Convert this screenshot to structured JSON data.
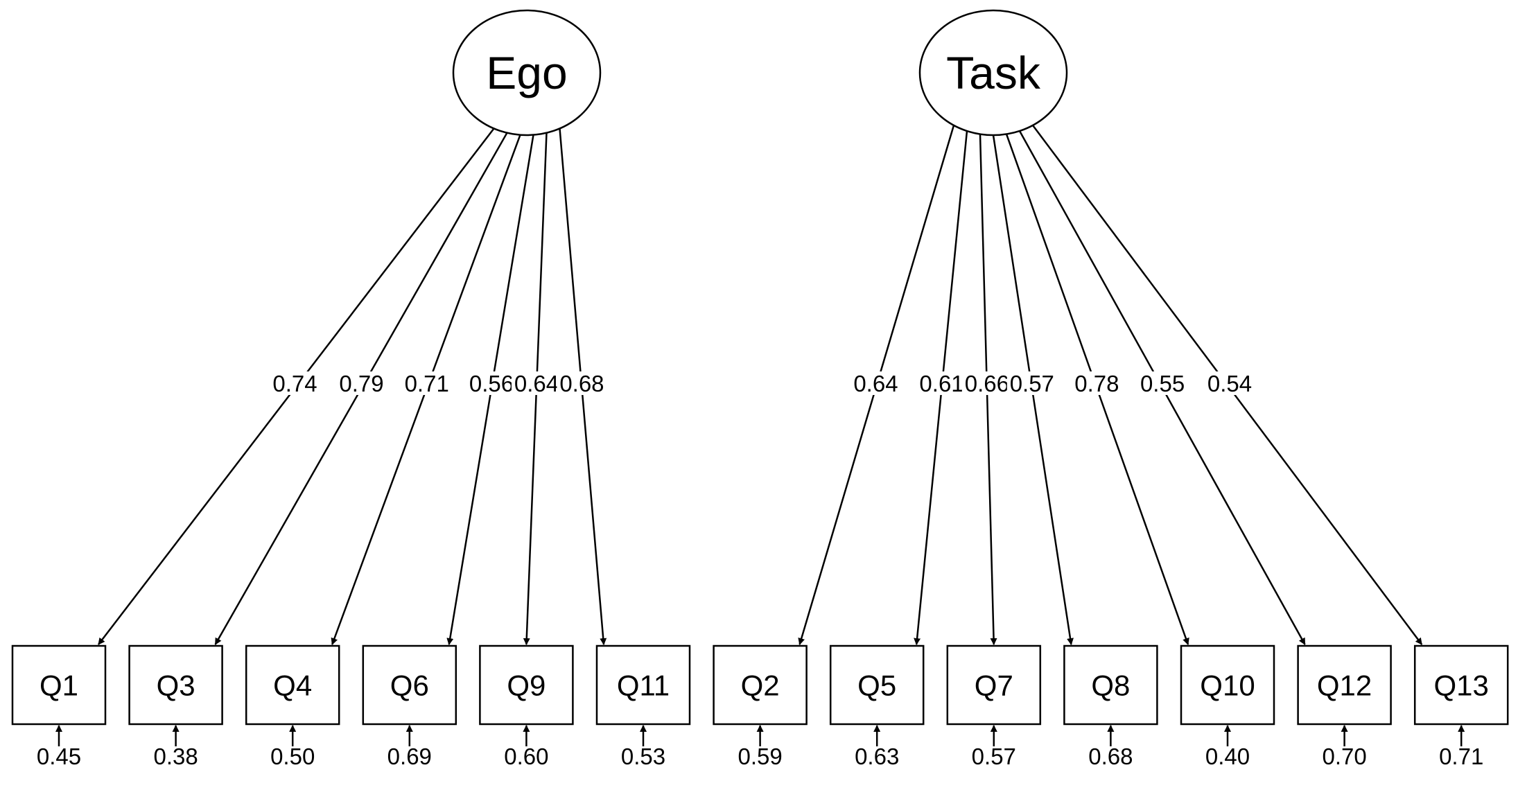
{
  "diagram": {
    "factors": [
      {
        "name": "Ego",
        "indicators": [
          {
            "name": "Q1",
            "loading": "0.74",
            "error": "0.45"
          },
          {
            "name": "Q3",
            "loading": "0.79",
            "error": "0.38"
          },
          {
            "name": "Q4",
            "loading": "0.71",
            "error": "0.50"
          },
          {
            "name": "Q6",
            "loading": "0.56",
            "error": "0.69"
          },
          {
            "name": "Q9",
            "loading": "0.64",
            "error": "0.60"
          },
          {
            "name": "Q11",
            "loading": "0.68",
            "error": "0.53"
          }
        ]
      },
      {
        "name": "Task",
        "indicators": [
          {
            "name": "Q2",
            "loading": "0.64",
            "error": "0.59"
          },
          {
            "name": "Q5",
            "loading": "0.61",
            "error": "0.63"
          },
          {
            "name": "Q7",
            "loading": "0.66",
            "error": "0.57"
          },
          {
            "name": "Q8",
            "loading": "0.57",
            "error": "0.68"
          },
          {
            "name": "Q10",
            "loading": "0.78",
            "error": "0.40"
          },
          {
            "name": "Q12",
            "loading": "0.55",
            "error": "0.70"
          },
          {
            "name": "Q13",
            "loading": "0.54",
            "error": "0.71"
          }
        ]
      }
    ]
  }
}
